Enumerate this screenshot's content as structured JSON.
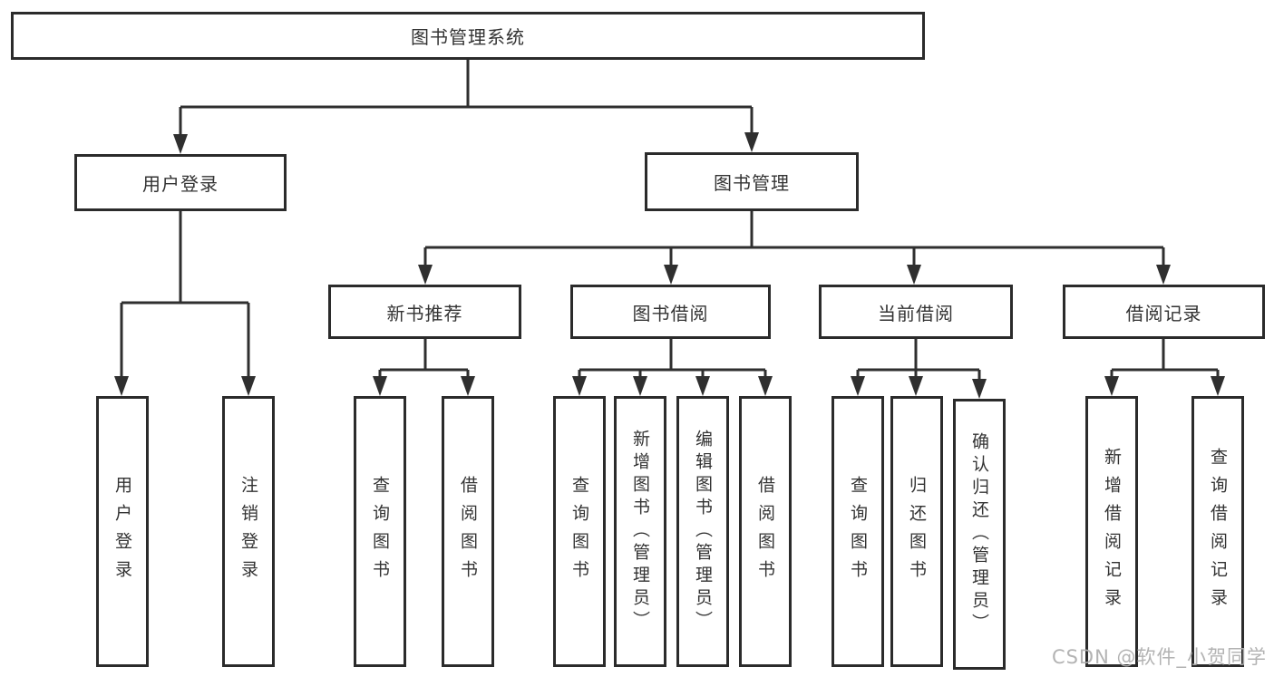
{
  "tree": {
    "root": "图书管理系统",
    "level2": [
      {
        "id": "user-login",
        "label": "用户登录"
      },
      {
        "id": "book-management",
        "label": "图书管理"
      }
    ],
    "level3": [
      {
        "id": "new-book-recommend",
        "label": "新书推荐"
      },
      {
        "id": "book-borrow",
        "label": "图书借阅"
      },
      {
        "id": "current-borrow",
        "label": "当前借阅"
      },
      {
        "id": "borrow-records",
        "label": "借阅记录"
      }
    ],
    "leaves": {
      "user_login": [
        "用户登录",
        "注销登录"
      ],
      "new_book_recommend": [
        "查询图书",
        "借阅图书"
      ],
      "book_borrow": [
        "查询图书",
        "新增图书（管理员）",
        "编辑图书（管理员）",
        "借阅图书"
      ],
      "current_borrow": [
        "查询图书",
        "归还图书",
        "确认归还（管理员）"
      ],
      "borrow_records": [
        "新增借阅记录",
        "查询借阅记录"
      ]
    }
  },
  "watermark": "CSDN @软件_小贺同学",
  "colors": {
    "line": "#2f2f2f",
    "box_border": "#2b2b2b",
    "text": "#333333",
    "watermark": "#afafaf",
    "background": "#ffffff"
  }
}
